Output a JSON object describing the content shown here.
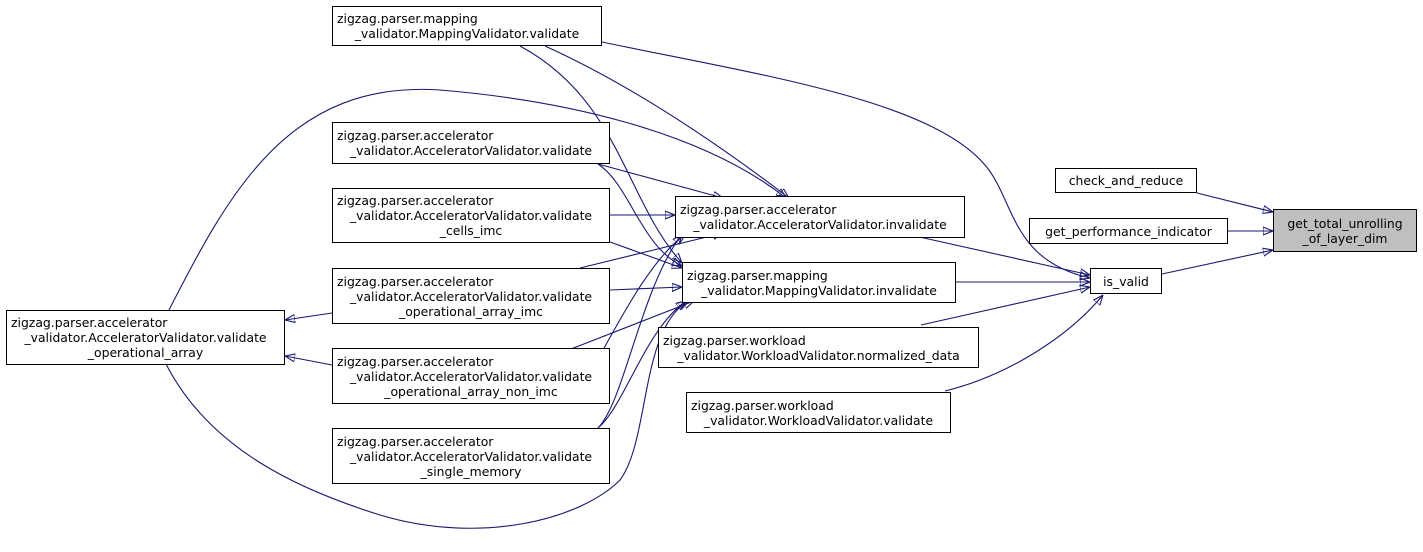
{
  "diagram": {
    "type": "call-graph",
    "colors": {
      "edge": "#191970",
      "node_border": "#000000",
      "node_fill": "#ffffff",
      "focus_fill": "#bfbfbf"
    },
    "nodes": [
      {
        "id": "get_total_unrolling",
        "lines": [
          "get_total_unrolling",
          "_of_layer_dim"
        ],
        "focus": true
      },
      {
        "id": "check_and_reduce",
        "lines": [
          "check_and_reduce"
        ]
      },
      {
        "id": "get_performance_indicator",
        "lines": [
          "get_performance_indicator"
        ]
      },
      {
        "id": "is_valid",
        "lines": [
          "is_valid"
        ]
      },
      {
        "id": "acc_invalidate",
        "lines": [
          "zigzag.parser.accelerator",
          "_validator.AcceleratorValidator.invalidate"
        ]
      },
      {
        "id": "map_invalidate",
        "lines": [
          "zigzag.parser.mapping",
          "_validator.MappingValidator.invalidate"
        ]
      },
      {
        "id": "wl_normalized",
        "lines": [
          "zigzag.parser.workload",
          "_validator.WorkloadValidator.normalized_data"
        ]
      },
      {
        "id": "wl_validate",
        "lines": [
          "zigzag.parser.workload",
          "_validator.WorkloadValidator.validate"
        ]
      },
      {
        "id": "map_validate",
        "lines": [
          "zigzag.parser.mapping",
          "_validator.MappingValidator.validate"
        ]
      },
      {
        "id": "acc_validate",
        "lines": [
          "zigzag.parser.accelerator",
          "_validator.AcceleratorValidator.validate"
        ]
      },
      {
        "id": "acc_cells_imc",
        "lines": [
          "zigzag.parser.accelerator",
          "_validator.AcceleratorValidator.validate",
          "_cells_imc"
        ]
      },
      {
        "id": "acc_opar_imc",
        "lines": [
          "zigzag.parser.accelerator",
          "_validator.AcceleratorValidator.validate",
          "_operational_array_imc"
        ]
      },
      {
        "id": "acc_opar_non_imc",
        "lines": [
          "zigzag.parser.accelerator",
          "_validator.AcceleratorValidator.validate",
          "_operational_array_non_imc"
        ]
      },
      {
        "id": "acc_single_mem",
        "lines": [
          "zigzag.parser.accelerator",
          "_validator.AcceleratorValidator.validate",
          "_single_memory"
        ]
      },
      {
        "id": "acc_opar",
        "lines": [
          "zigzag.parser.accelerator",
          "_validator.AcceleratorValidator.validate",
          "_operational_array"
        ]
      }
    ]
  }
}
